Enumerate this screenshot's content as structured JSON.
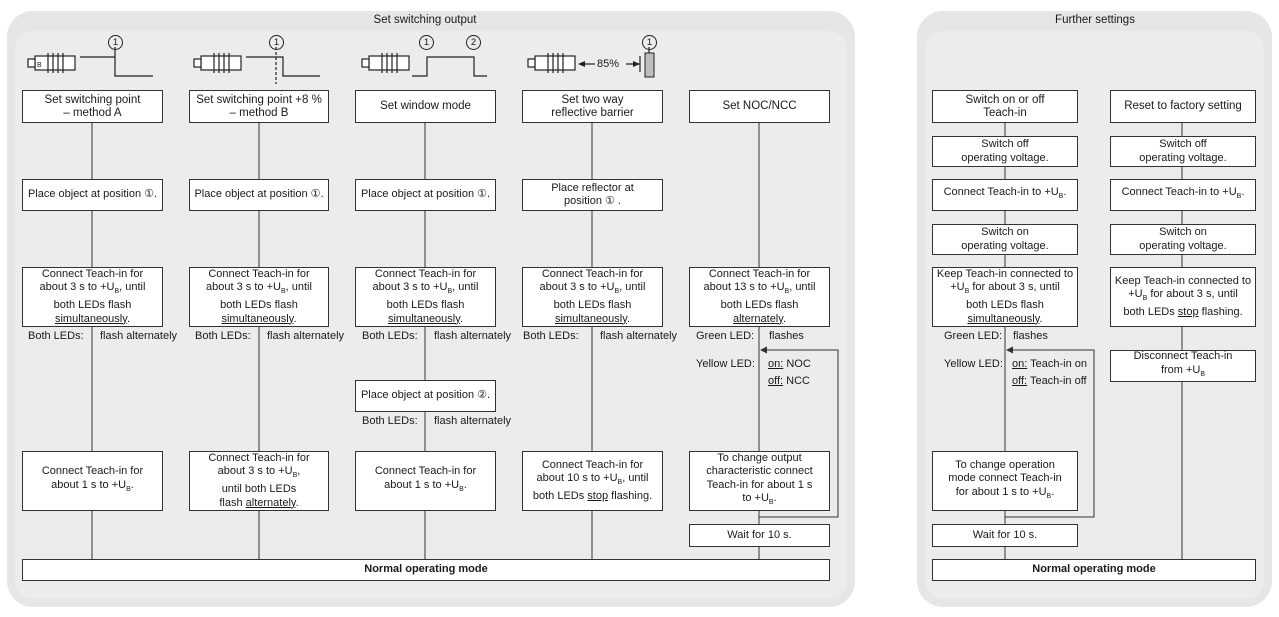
{
  "panels": {
    "left_title": "Set switching output",
    "right_title": "Further settings"
  },
  "columns": {
    "A": {
      "header_1": "Set switching point",
      "header_2": "– method A",
      "step1": "Place object at position ①.",
      "step2_1": "Connect Teach-in for",
      "step2_2": "about 3 s to +U",
      "step2_3": ", until",
      "step2_4": "both LEDs flash",
      "step2_5": "simultaneously",
      "leds_label": "Both LEDs:",
      "leds_state": "flash alternately",
      "step3_1": "Connect Teach-in for",
      "step3_2": "about 1 s to +U",
      "step3_3": "."
    },
    "B": {
      "header_1": "Set switching point +8 %",
      "header_2": "– method B",
      "step1": "Place object at position ①.",
      "step2_1": "Connect Teach-in for",
      "step2_2": "about 3 s to +U",
      "step2_3": ", until",
      "step2_4": "both LEDs flash",
      "step2_5": "simultaneously",
      "leds_label": "Both LEDs:",
      "leds_state": "flash alternately",
      "step3_1": "Connect Teach-in for",
      "step3_2": "about 3 s to +U",
      "step3_3": ",",
      "step3_4": "until both LEDs",
      "step3_5": "flash ",
      "step3_6": "alternately"
    },
    "W": {
      "header": "Set window mode",
      "step1": "Place object at position ①.",
      "step2_1": "Connect Teach-in for",
      "step2_2": "about 3 s to +U",
      "step2_3": ", until",
      "step2_4": "both LEDs flash",
      "step2_5": "simultaneously",
      "leds_label": "Both LEDs:",
      "leds_state": "flash alternately",
      "step_mid": "Place object at position ②.",
      "leds2_label": "Both LEDs:",
      "leds2_state": "flash alternately",
      "step3_1": "Connect Teach-in for",
      "step3_2": "about 1 s to +U",
      "step3_3": "."
    },
    "R": {
      "header_1": "Set two way",
      "header_2": "reflective barrier",
      "pct": "85%",
      "step1_1": "Place reflector at",
      "step1_2": "position ① .",
      "step2_1": "Connect Teach-in for",
      "step2_2": "about 3 s to +U",
      "step2_3": ", until",
      "step2_4": "both LEDs flash",
      "step2_5": "simultaneously",
      "leds_label": "Both LEDs:",
      "leds_state": "flash alternately",
      "step3_1": "Connect Teach-in for",
      "step3_2": "about 10 s to +U",
      "step3_3": ", until",
      "step3_4": "both LEDs ",
      "step3_5": "stop",
      "step3_6": " flashing."
    },
    "N": {
      "header": "Set NOC/NCC",
      "step2_1": "Connect Teach-in for",
      "step2_2": "about 13 s to +U",
      "step2_3": ", until",
      "step2_4": "both LEDs flash",
      "step2_5": "alternately",
      "green_label": "Green LED:",
      "green_state": "flashes",
      "yellow_label": "Yellow LED:",
      "on": "on:",
      "on_val": " NOC",
      "off": "off:",
      "off_val": " NCC",
      "step3_1": "To change output",
      "step3_2": "characteristic connect",
      "step3_3": "Teach-in for about 1 s",
      "step3_4": "to +U",
      "step3_5": ".",
      "wait": "Wait for 10 s."
    },
    "T": {
      "header_1": "Switch on or off",
      "header_2": "Teach-in",
      "off_1": "Switch off",
      "off_2": "operating voltage.",
      "connect_1": "Connect Teach-in to +U",
      "connect_2": ".",
      "on_1": "Switch on",
      "on_2": "operating voltage.",
      "keep_1": "Keep Teach-in connected to",
      "keep_2": "+U",
      "keep_3": " for about 3 s, until",
      "keep_4": "both LEDs flash",
      "keep_5": "simultaneously",
      "green_label": "Green LED:",
      "green_state": "flashes",
      "yellow_label": "Yellow LED:",
      "on": "on:",
      "on_val": " Teach-in on",
      "off": "off:",
      "off_val": " Teach-in off",
      "change_1": "To change operation",
      "change_2": "mode connect Teach-in",
      "change_3": "for about 1 s to +U",
      "change_4": ".",
      "wait": "Wait for 10 s."
    },
    "F": {
      "header": "Reset to factory setting",
      "off_1": "Switch off",
      "off_2": "operating voltage.",
      "connect_1": "Connect Teach-in to +U",
      "connect_2": ".",
      "on_1": "Switch on",
      "on_2": "operating voltage.",
      "keep_1": "Keep Teach-in connected to",
      "keep_2": "+U",
      "keep_3": " for about 3 s, until",
      "keep_4": "both LEDs ",
      "keep_5": "stop",
      "keep_6": " flashing.",
      "disc_1": "Disconnect Teach-in",
      "disc_2": "from +U"
    }
  },
  "sub_b": "B",
  "markers": {
    "one": "1",
    "two": "2"
  },
  "footer_left": "Normal operating mode",
  "footer_right": "Normal operating mode"
}
